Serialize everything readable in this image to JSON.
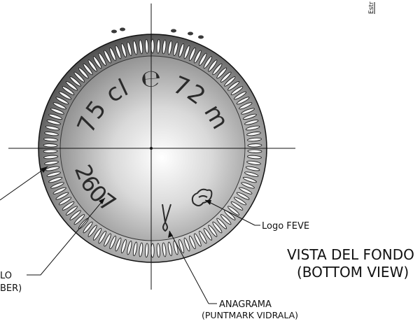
{
  "view_title": {
    "line1": "VISTA DEL FONDO",
    "line2": "(BOTTOM VIEW)"
  },
  "embossed_capacity": "75 cl",
  "embossed_estimate_mark": "℮",
  "embossed_diameter": "72 mm",
  "embossed_mould_number": "2607",
  "callouts": {
    "logo": "Logo FEVE",
    "anagram_line1": "ANAGRAMA",
    "anagram_line2": "(PUNTMARK VIDRALA)",
    "mould_line1": "LO",
    "mould_line2": "BER)"
  },
  "corner_text": "Estr",
  "colors": {
    "line": "#111111",
    "glass_dark": "#4a4a4a",
    "glass_light": "#ffffff"
  }
}
